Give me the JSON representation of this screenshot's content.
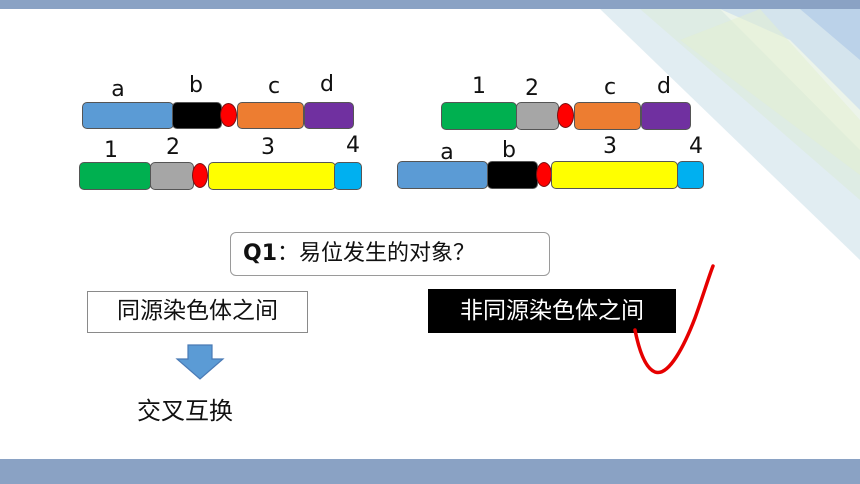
{
  "colors": {
    "bar_top": "#8aa2c4",
    "bar_bottom": "#8aa2c4",
    "blue": "#5b9bd5",
    "black": "#000000",
    "red": "#ff0000",
    "orange": "#ed7d31",
    "purple": "#7030a0",
    "green": "#00b050",
    "gray": "#a6a6a6",
    "yellow": "#ffff00",
    "cyan": "#00b0f0",
    "check": "#e60000"
  },
  "diagram": {
    "left": {
      "top_labels": [
        "a",
        "b",
        "c",
        "d"
      ],
      "bottom_labels": [
        "1",
        "2",
        "3",
        "4"
      ]
    },
    "right": {
      "top_labels": [
        "1",
        "2",
        "c",
        "d"
      ],
      "bottom_labels": [
        "a",
        "b",
        "3",
        "4"
      ]
    }
  },
  "question": {
    "tag": "Q1",
    "text": "：易位发生的对象？"
  },
  "answers": {
    "left": "同源染色体之间",
    "right": "非同源染色体之间"
  },
  "result": "交叉互换",
  "icons": {
    "arrow": "down-arrow-icon",
    "check": "check-mark-icon"
  }
}
